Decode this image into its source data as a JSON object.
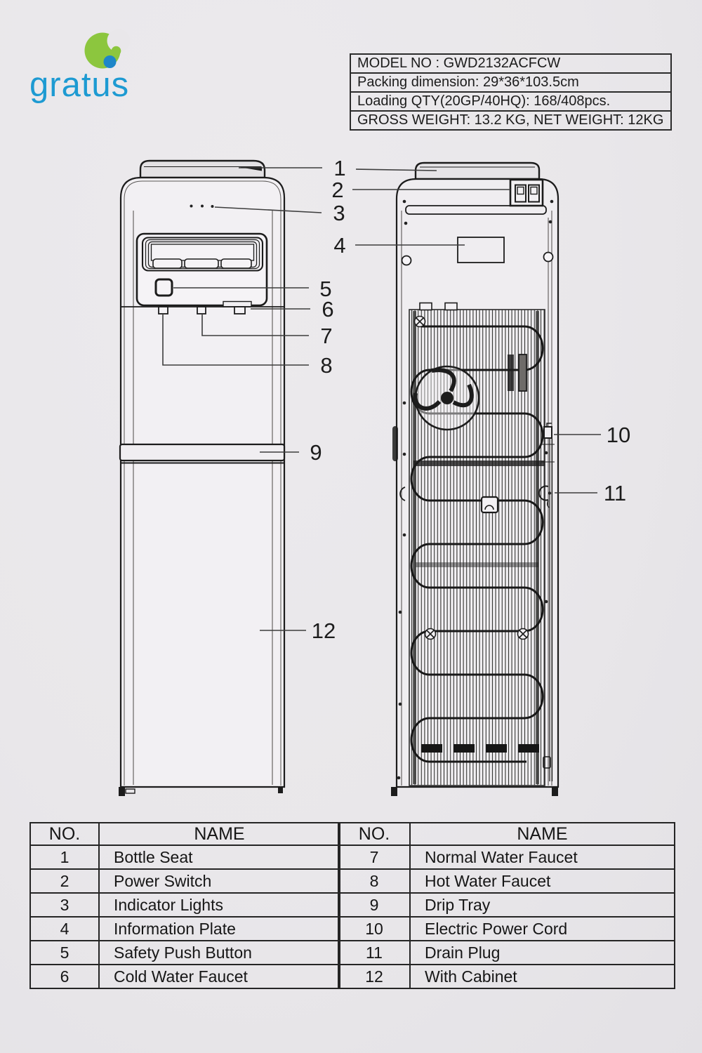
{
  "page": {
    "background": "#e9e7ea",
    "line_color": "#1c1c1c"
  },
  "logo": {
    "brand": "gratus",
    "icon": "crescent-and-dots-icon",
    "green": "#8CC63E",
    "blue": "#1D9AD2"
  },
  "spec_box": {
    "rows": [
      "MODEL NO : GWD2132ACFCW",
      "Packing  dimension: 29*36*103.5cm",
      "Loading QTY(20GP/40HQ): 168/408pcs.",
      "GROSS WEIGHT: 13.2 KG, NET WEIGHT: 12KG"
    ]
  },
  "callouts": {
    "labels": [
      "1",
      "2",
      "3",
      "4",
      "5",
      "6",
      "7",
      "8",
      "9",
      "10",
      "11",
      "12"
    ]
  },
  "parts_table": {
    "left": {
      "no_header": "NO.",
      "name_header": "NAME",
      "rows": [
        {
          "no": "1",
          "name": "Bottle Seat"
        },
        {
          "no": "2",
          "name": "Power Switch"
        },
        {
          "no": "3",
          "name": "Indicator Lights"
        },
        {
          "no": "4",
          "name": "Information Plate"
        },
        {
          "no": "5",
          "name": "Safety Push Button"
        },
        {
          "no": "6",
          "name": "Cold Water Faucet"
        }
      ]
    },
    "right": {
      "no_header": "NO.",
      "name_header": "NAME",
      "rows": [
        {
          "no": "7",
          "name": "Normal Water Faucet"
        },
        {
          "no": "8",
          "name": "Hot Water Faucet"
        },
        {
          "no": "9",
          "name": "Drip Tray"
        },
        {
          "no": "10",
          "name": "Electric Power Cord"
        },
        {
          "no": "11",
          "name": "Drain Plug"
        },
        {
          "no": "12",
          "name": "With Cabinet"
        }
      ]
    }
  }
}
